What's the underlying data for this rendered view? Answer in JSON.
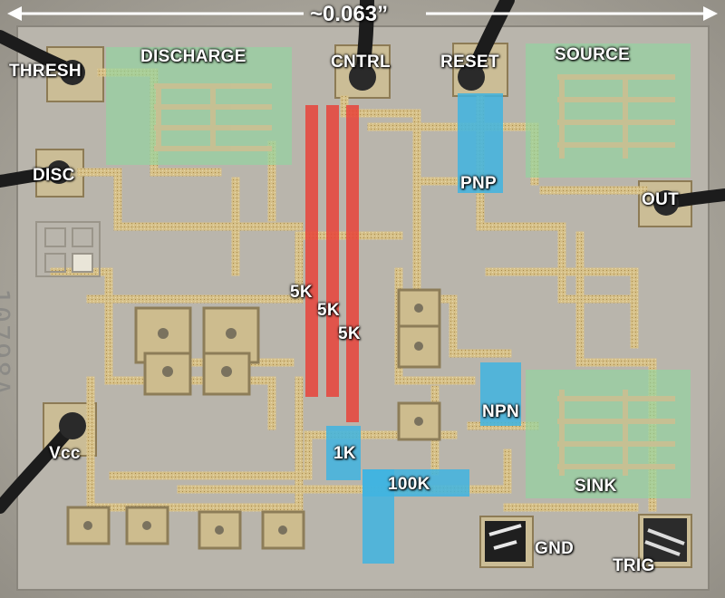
{
  "colors": {
    "metal": "#d8c48a",
    "metal_dark": "#b29150",
    "green": "#8fd6a0",
    "red": "#e8433a",
    "blue": "#3fb4e0",
    "wire": "#1c1c1c"
  },
  "dimension": "~0.063”",
  "die_marking": "10798A",
  "pads": {
    "thresh": "THRESH",
    "disc": "DISC",
    "vcc": "Vcc",
    "cntrl": "CNTRL",
    "reset": "RESET",
    "out": "OUT",
    "gnd": "GND",
    "trig": "TRIG"
  },
  "regions": {
    "discharge": "DISCHARGE",
    "source": "SOURCE",
    "sink": "SINK",
    "pnp": "PNP",
    "npn": "NPN"
  },
  "resistors": {
    "r1": "5K",
    "r2": "5K",
    "r3": "5K",
    "r4": "1K",
    "r5": "100K"
  }
}
